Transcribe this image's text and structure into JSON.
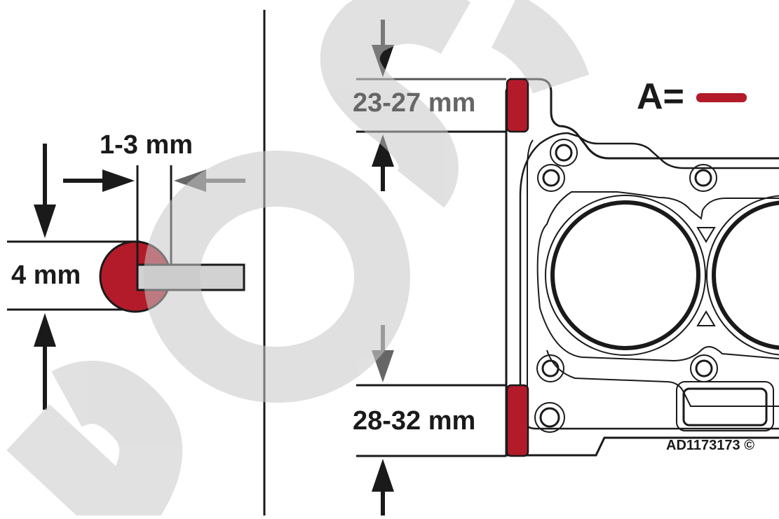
{
  "labels": {
    "bead_offset": "1-3 mm",
    "bead_width": "4 mm",
    "top_length": "23-27 mm",
    "bottom_length": "28-32 mm",
    "legend_key": "A=",
    "figure_code": "AD1173173 ©"
  },
  "watermark": "BOS",
  "colors": {
    "sealant": "#b31b2a",
    "ink": "#1a1a1a",
    "watermark": "#d6d6d6",
    "strip": "#d2d2d2"
  }
}
